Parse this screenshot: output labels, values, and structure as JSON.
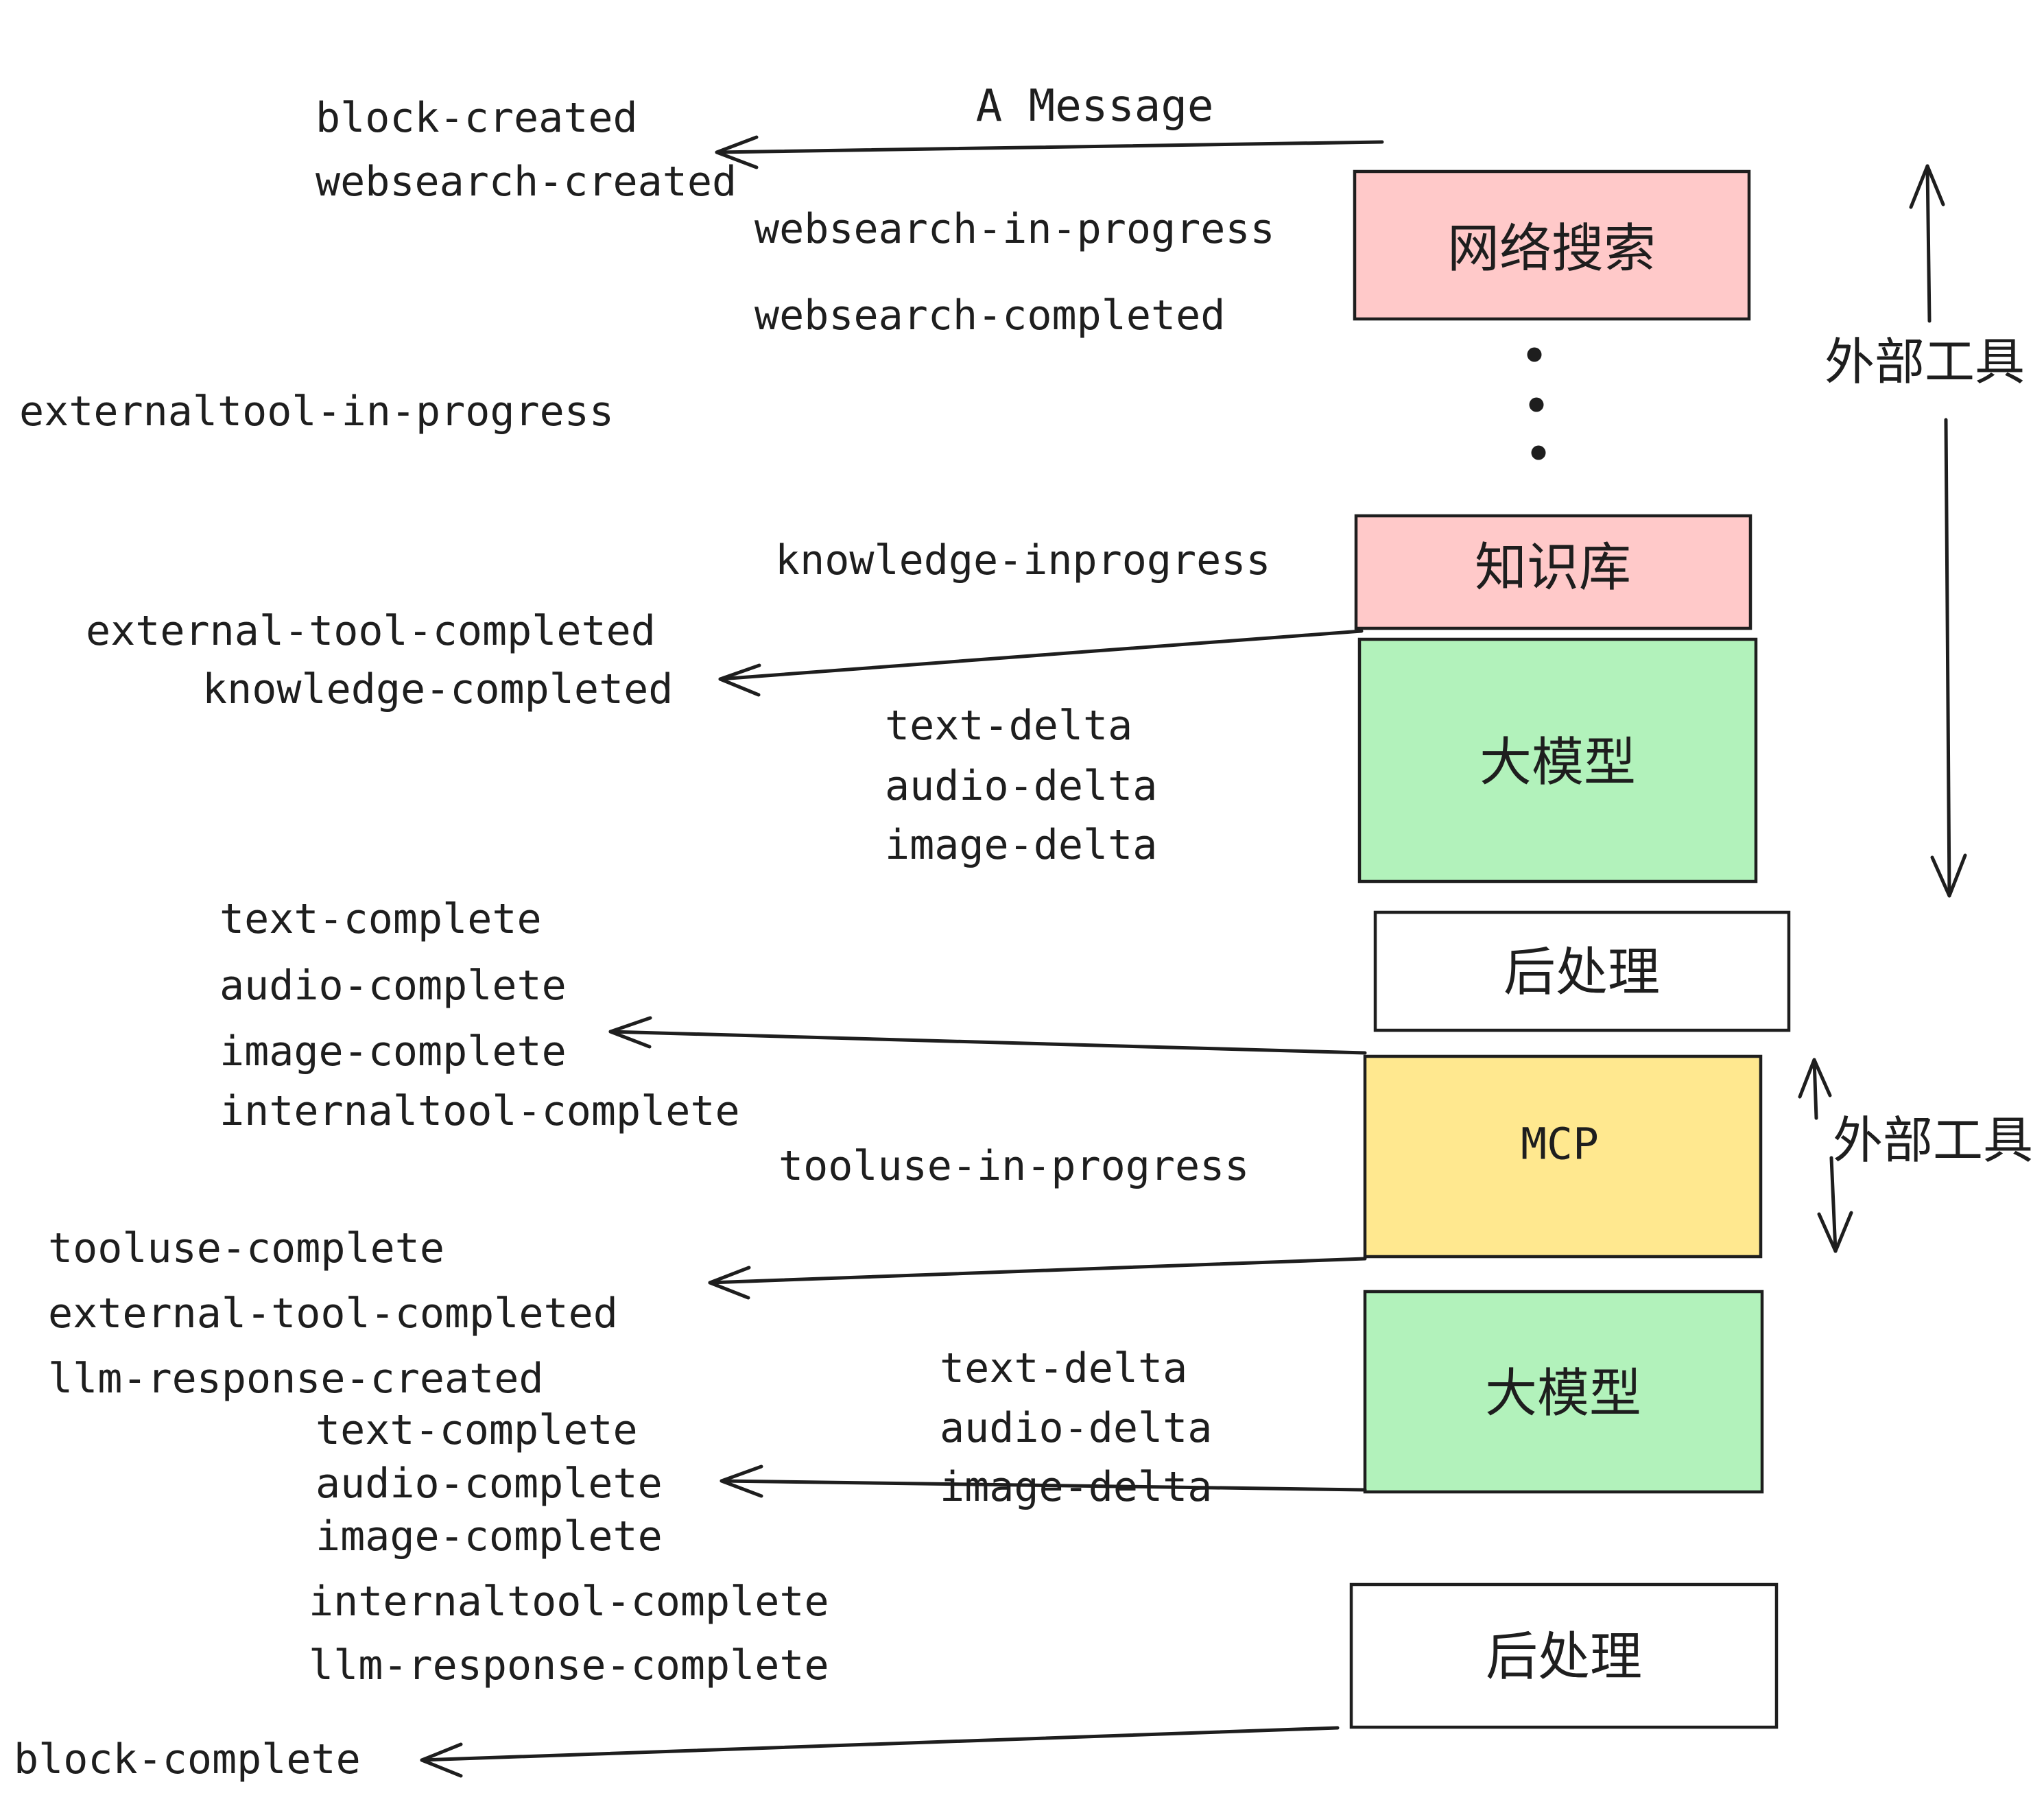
{
  "title": "A Message",
  "colors": {
    "stroke": "#1e1e1e",
    "pink": "#ffc9c9",
    "green": "#b2f2bb",
    "yellow": "#ffe88f",
    "white": "#ffffff"
  },
  "boxes": [
    {
      "id": "websearch",
      "label": "网络搜索",
      "color": "pink"
    },
    {
      "id": "knowledge",
      "label": "知识库",
      "color": "pink"
    },
    {
      "id": "llm-1",
      "label": "大模型",
      "color": "green"
    },
    {
      "id": "post-1",
      "label": "后处理",
      "color": "white"
    },
    {
      "id": "mcp",
      "label": "MCP",
      "color": "yellow"
    },
    {
      "id": "llm-2",
      "label": "大模型",
      "color": "green"
    },
    {
      "id": "post-2",
      "label": "后处理",
      "color": "white"
    }
  ],
  "side_labels": [
    "外部工具",
    "外部工具"
  ],
  "messages": {
    "left": [
      "block-created",
      "websearch-created",
      "externaltool-in-progress",
      "external-tool-completed",
      "knowledge-completed",
      "text-complete",
      "audio-complete",
      "image-complete",
      "internaltool-complete",
      "tooluse-complete",
      "external-tool-completed",
      "llm-response-created",
      "text-complete",
      "audio-complete",
      "image-complete",
      "internaltool-complete",
      "llm-response-complete",
      "block-complete"
    ],
    "middle": [
      "websearch-in-progress",
      "websearch-completed",
      "knowledge-inprogress",
      "text-delta",
      "audio-delta",
      "image-delta",
      "tooluse-in-progress",
      "text-delta",
      "audio-delta",
      "image-delta"
    ]
  }
}
